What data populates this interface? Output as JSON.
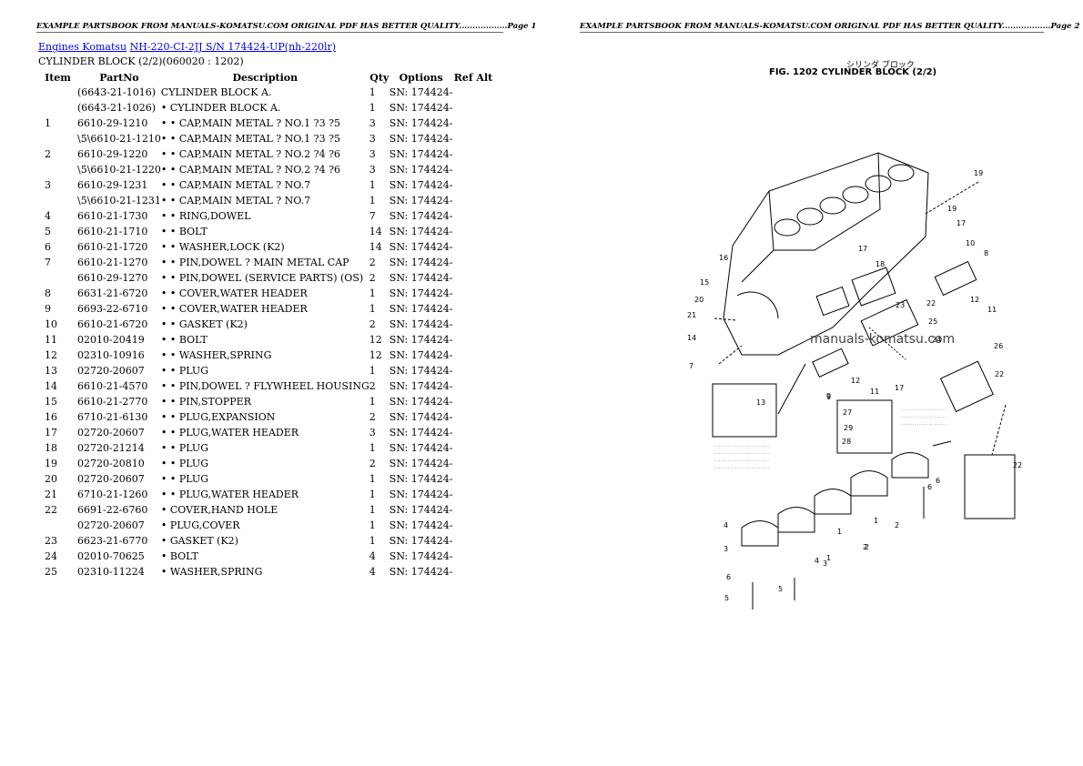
{
  "header": {
    "left_banner": "EXAMPLE PARTSBOOK FROM MANUALS-KOMATSU.COM ORIGINAL PDF HAS BETTER QUALITY..................Page 1",
    "right_banner": "EXAMPLE PARTSBOOK FROM MANUALS-KOMATSU.COM ORIGINAL PDF HAS BETTER QUALITY..................Page 2"
  },
  "breadcrumb": {
    "link1": "Engines Komatsu",
    "link2": "NH-220-CI-2JJ S/N 174424-UP(nh-220lr)"
  },
  "subtitle": "CYLINDER BLOCK (2/2)(060020 : 1202)",
  "table": {
    "headers": {
      "item": "Item",
      "partno": "PartNo",
      "desc": "Description",
      "qty": "Qty",
      "options": "Options",
      "refalt": "Ref Alt"
    },
    "rows": [
      {
        "item": "",
        "partno": "(6643-21-1016)",
        "desc": "CYLINDER BLOCK A.",
        "qty": "1",
        "options": "SN: 174424-"
      },
      {
        "item": "",
        "partno": "(6643-21-1026)",
        "desc": "• CYLINDER BLOCK A.",
        "qty": "1",
        "options": "SN: 174424-"
      },
      {
        "item": "1",
        "partno": "6610-29-1210",
        "desc": "• • CAP,MAIN METAL ? NO.1 ?3 ?5",
        "qty": "3",
        "options": "SN: 174424-"
      },
      {
        "item": "",
        "partno": "\\5\\6610-21-1210",
        "desc": "• • CAP,MAIN METAL ? NO.1 ?3 ?5",
        "qty": "3",
        "options": "SN: 174424-"
      },
      {
        "item": "2",
        "partno": "6610-29-1220",
        "desc": "• • CAP,MAIN METAL ? NO.2 ?4 ?6",
        "qty": "3",
        "options": "SN: 174424-"
      },
      {
        "item": "",
        "partno": "\\5\\6610-21-1220",
        "desc": "• • CAP,MAIN METAL ? NO.2 ?4 ?6",
        "qty": "3",
        "options": "SN: 174424-"
      },
      {
        "item": "3",
        "partno": "6610-29-1231",
        "desc": "• • CAP,MAIN METAL ? NO.7",
        "qty": "1",
        "options": "SN: 174424-"
      },
      {
        "item": "",
        "partno": "\\5\\6610-21-1231",
        "desc": "• • CAP,MAIN METAL ? NO.7",
        "qty": "1",
        "options": "SN: 174424-"
      },
      {
        "item": "4",
        "partno": "6610-21-1730",
        "desc": "• • RING,DOWEL",
        "qty": "7",
        "options": "SN: 174424-"
      },
      {
        "item": "5",
        "partno": "6610-21-1710",
        "desc": "• • BOLT",
        "qty": "14",
        "options": "SN: 174424-"
      },
      {
        "item": "6",
        "partno": "6610-21-1720",
        "desc": "• • WASHER,LOCK (K2)",
        "qty": "14",
        "options": "SN: 174424-"
      },
      {
        "item": "7",
        "partno": "6610-21-1270",
        "desc": "• • PIN,DOWEL ? MAIN METAL CAP",
        "qty": "2",
        "options": "SN: 174424-"
      },
      {
        "item": "",
        "partno": "6610-29-1270",
        "desc": "• • PIN,DOWEL (SERVICE PARTS) (OS)",
        "qty": "2",
        "options": "SN: 174424-"
      },
      {
        "item": "8",
        "partno": "6631-21-6720",
        "desc": "• • COVER,WATER HEADER",
        "qty": "1",
        "options": "SN: 174424-"
      },
      {
        "item": "9",
        "partno": "6693-22-6710",
        "desc": "• • COVER,WATER HEADER",
        "qty": "1",
        "options": "SN: 174424-"
      },
      {
        "item": "10",
        "partno": "6610-21-6720",
        "desc": "• • GASKET (K2)",
        "qty": "2",
        "options": "SN: 174424-"
      },
      {
        "item": "11",
        "partno": "02010-20419",
        "desc": "• • BOLT",
        "qty": "12",
        "options": "SN: 174424-"
      },
      {
        "item": "12",
        "partno": "02310-10916",
        "desc": "• • WASHER,SPRING",
        "qty": "12",
        "options": "SN: 174424-"
      },
      {
        "item": "13",
        "partno": "02720-20607",
        "desc": "• • PLUG",
        "qty": "1",
        "options": "SN: 174424-"
      },
      {
        "item": "14",
        "partno": "6610-21-4570",
        "desc": "• • PIN,DOWEL ? FLYWHEEL HOUSING",
        "qty": "2",
        "options": "SN: 174424-"
      },
      {
        "item": "15",
        "partno": "6610-21-2770",
        "desc": "• • PIN,STOPPER",
        "qty": "1",
        "options": "SN: 174424-"
      },
      {
        "item": "16",
        "partno": "6710-21-6130",
        "desc": "• • PLUG,EXPANSION",
        "qty": "2",
        "options": "SN: 174424-"
      },
      {
        "item": "17",
        "partno": "02720-20607",
        "desc": "• • PLUG,WATER HEADER",
        "qty": "3",
        "options": "SN: 174424-"
      },
      {
        "item": "18",
        "partno": "02720-21214",
        "desc": "• • PLUG",
        "qty": "1",
        "options": "SN: 174424-"
      },
      {
        "item": "19",
        "partno": "02720-20810",
        "desc": "• • PLUG",
        "qty": "2",
        "options": "SN: 174424-"
      },
      {
        "item": "20",
        "partno": "02720-20607",
        "desc": "• • PLUG",
        "qty": "1",
        "options": "SN: 174424-"
      },
      {
        "item": "21",
        "partno": "6710-21-1260",
        "desc": "• • PLUG,WATER HEADER",
        "qty": "1",
        "options": "SN: 174424-"
      },
      {
        "item": "22",
        "partno": "6691-22-6760",
        "desc": "• COVER,HAND HOLE",
        "qty": "1",
        "options": "SN: 174424-"
      },
      {
        "item": "",
        "partno": "02720-20607",
        "desc": "• PLUG,COVER",
        "qty": "1",
        "options": "SN: 174424-"
      },
      {
        "item": "23",
        "partno": "6623-21-6770",
        "desc": "• GASKET (K2)",
        "qty": "1",
        "options": "SN: 174424-"
      },
      {
        "item": "24",
        "partno": "02010-70625",
        "desc": "• BOLT",
        "qty": "4",
        "options": "SN: 174424-"
      },
      {
        "item": "25",
        "partno": "02310-11224",
        "desc": "• WASHER,SPRING",
        "qty": "4",
        "options": "SN: 174424-"
      }
    ]
  },
  "figure": {
    "japanese_title": "シリンダ ブロック",
    "title": "FIG. 1202  CYLINDER BLOCK (2/2)",
    "watermark": "manuals-komatsu.com",
    "callouts": [
      "19",
      "19",
      "17",
      "10",
      "8",
      "17",
      "18",
      "16",
      "15",
      "20",
      "21",
      "14",
      "7",
      "12",
      "11",
      "23",
      "22",
      "25",
      "24",
      "26",
      "22",
      "12",
      "11",
      "9",
      "17",
      "9",
      "13",
      "27",
      "29",
      "28",
      "6",
      "1",
      "3",
      "2",
      "4",
      "1",
      "2",
      "6",
      "5",
      "4",
      "3",
      "2",
      "1",
      "6",
      "5",
      "22"
    ]
  }
}
